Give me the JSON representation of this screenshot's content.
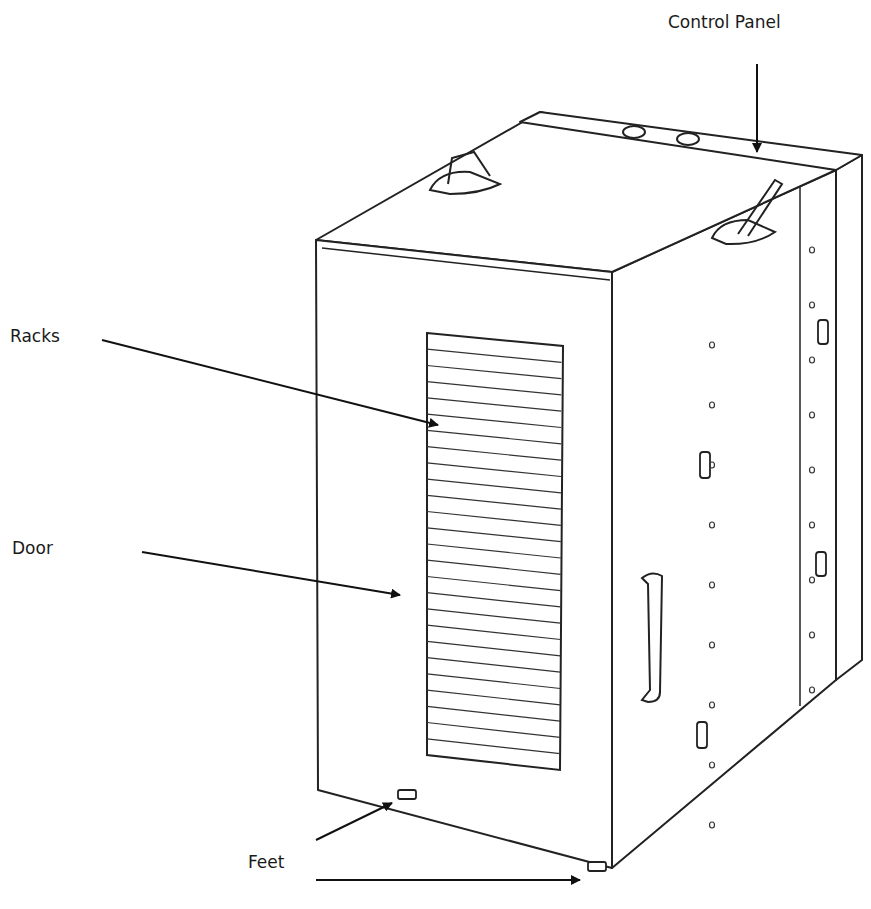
{
  "diagram": {
    "labels": [
      "Control Panel",
      "Racks",
      "Door",
      "Feet"
    ]
  }
}
